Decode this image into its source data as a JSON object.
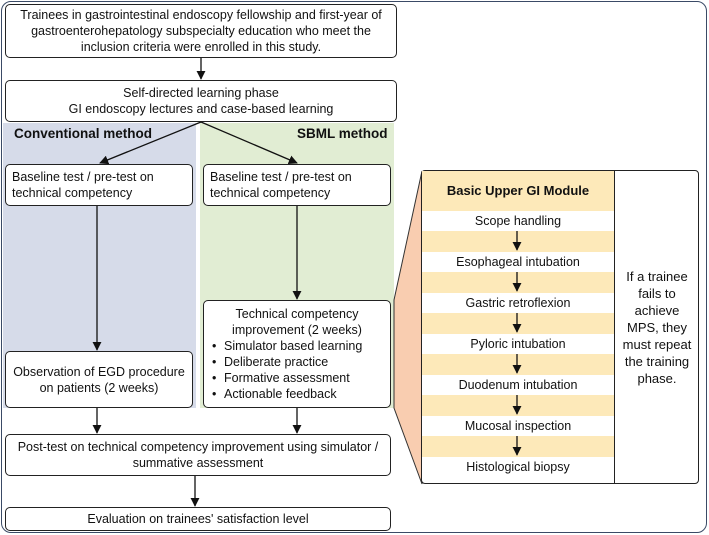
{
  "enrollment": "Trainees in gastrointestinal endoscopy fellowship and first-year of gastroenterohepatology subspecialty education who meet the inclusion criteria were enrolled in this study.",
  "self_directed": {
    "line1": "Self-directed learning phase",
    "line2": "GI endoscopy lectures and case-based learning"
  },
  "conventional": {
    "title": "Conventional method",
    "baseline": "Baseline test / pre-test on technical competency",
    "observation": "Observation of EGD procedure on patients (2 weeks)"
  },
  "sbml": {
    "title": "SBML method",
    "baseline": "Baseline test / pre-test on technical competency",
    "improvement_title": "Technical competency improvement (2 weeks)",
    "items": [
      "Simulator based learning",
      "Deliberate practice",
      "Formative assessment",
      "Actionable feedback"
    ]
  },
  "post_test": "Post-test on technical competency improvement using simulator / summative assessment",
  "evaluation": "Evaluation on trainees' satisfaction level",
  "module": {
    "title": "Basic Upper GI Module",
    "steps": [
      "Scope handling",
      "Esophageal intubation",
      "Gastric retroflexion",
      "Pyloric intubation",
      "Duodenum intubation",
      "Mucosal inspection",
      "Histological biopsy"
    ],
    "note": "If a trainee fails to achieve MPS, they must repeat the training phase."
  },
  "colors": {
    "conventional_panel": "#d6dbe9",
    "sbml_panel": "#e1edd3",
    "module_accent": "#fde9b9",
    "callout": "#f9cdb0"
  }
}
